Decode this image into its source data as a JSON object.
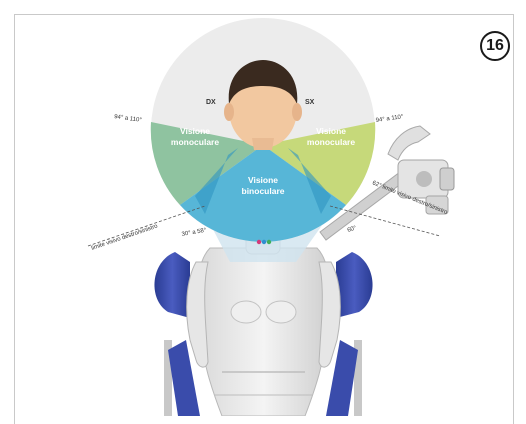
{
  "figure": {
    "badge_number": "16",
    "side_right": "DX",
    "side_left": "SX",
    "zone_monocular_left": [
      "Visione",
      "monoculare"
    ],
    "zone_monocular_right": [
      "Visione",
      "monoculare"
    ],
    "zone_binocular": [
      "Visione",
      "binoculare"
    ],
    "angle_left_upper": "94° a 110°",
    "angle_right_upper": "94° a 110°",
    "angle_left_lower": "30° a 58°",
    "angle_right_lower": "60°",
    "limit_line_left": "limite visivo destro/sinistro",
    "limit_line_right": "62° limite visivo destro/sinistro",
    "colors": {
      "disc": "#ececec",
      "monocular_green": "#8fc3a0",
      "monocular_lime": "#c6d97a",
      "binocular_blue": "#4fb3d6",
      "chair_blue": "#3d4fa8"
    }
  }
}
